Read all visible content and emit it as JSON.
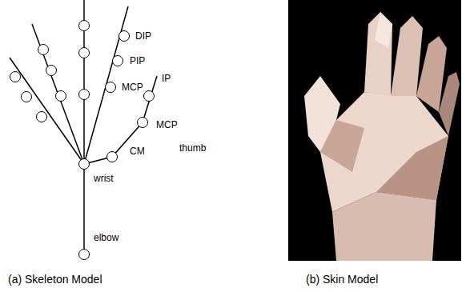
{
  "diagram": {
    "labels": [
      "DIP",
      "PIP",
      "MCP",
      "IP",
      "MCP",
      "thumb",
      "CM",
      "wrist",
      "elbow",
      "(a) Skeleton Model",
      "(b) Skin Model"
    ]
  }
}
